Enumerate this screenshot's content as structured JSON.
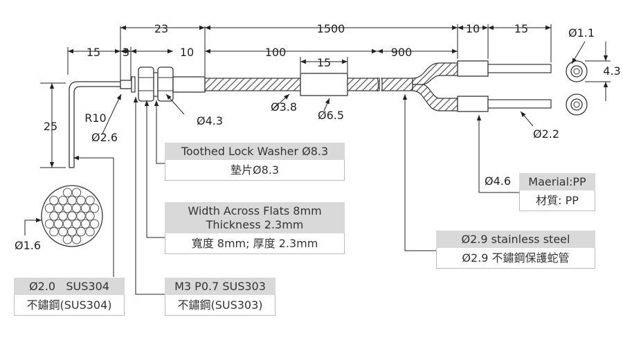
{
  "dimensions": {
    "d23": "23",
    "d1500": "1500",
    "d10_right": "10",
    "d15_right": "15",
    "d1_1": "Ø1.1",
    "d15_left": "15",
    "d3": "3",
    "d10_left": "10",
    "d100": "100",
    "d900": "900",
    "d15_mid": "15",
    "d4_3_right": "4.3",
    "d25": "25",
    "r10": "R10",
    "d2_6": "Ø2.6",
    "d4_3": "Ø4.3",
    "d3_8": "Ø3.8",
    "d6_5": "Ø6.5",
    "d2_2": "Ø2.2",
    "d4_6": "Ø4.6",
    "d1_6": "Ø1.6"
  },
  "callouts": {
    "washer": {
      "en": "Toothed Lock Washer Ø8.3",
      "zh": "墊片Ø8.3"
    },
    "nut": {
      "en": "Width Across Flats 8mm\nThickness 2.3mm",
      "zh": "寬度 8mm; 厚度 2.3mm"
    },
    "material": {
      "en": "Maerial:PP",
      "zh": "材質: PP"
    },
    "tube": {
      "en": "Ø2.9 stainless steel",
      "zh": "Ø2.9 不鏽鋼保護蛇管"
    },
    "probe": {
      "en": "Ø2.0   SUS304",
      "zh": "不鏽鋼(SUS304)"
    },
    "thread": {
      "en": "M3 P0.7 SUS303",
      "zh": "不鏽鋼(SUS303)"
    }
  }
}
